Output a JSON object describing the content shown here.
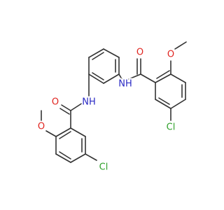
{
  "colors": {
    "bond": "#333333",
    "oxygen": "#e0241f",
    "nitrogen": "#2929c4",
    "chlorine": "#2fa02a",
    "background": "#ffffff"
  },
  "atom_labels": {
    "o_methoxy_right": "O",
    "o_carbonyl_right": "O",
    "nh_right": "NH",
    "cl_right": "Cl",
    "nh_left": "NH",
    "o_carbonyl_left": "O",
    "o_methoxy_left": "O",
    "cl_left": "Cl"
  }
}
